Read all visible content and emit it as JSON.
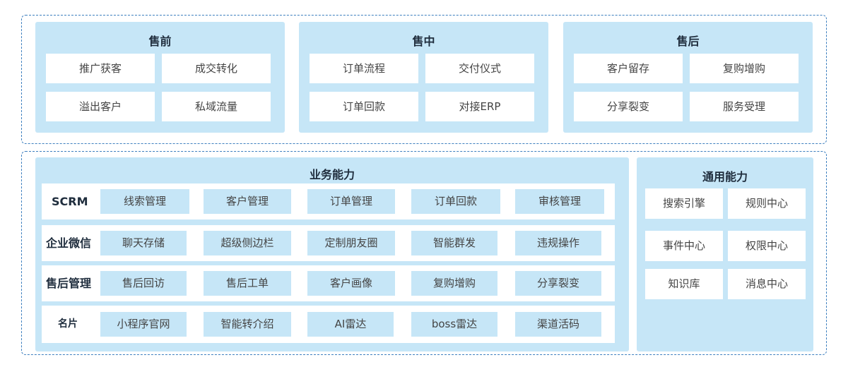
{
  "top_sections": [
    {
      "title": "售前",
      "items": [
        "推广获客",
        "成交转化",
        "溢出客户",
        "私域流量"
      ]
    },
    {
      "title": "售中",
      "items": [
        "订单流程",
        "交付仪式",
        "订单回款",
        "对接ERP"
      ]
    },
    {
      "title": "售后",
      "items": [
        "客户留存",
        "复购增购",
        "分享裂变",
        "服务受理"
      ]
    }
  ],
  "business": {
    "title": "业务能力",
    "rows": [
      {
        "label": "SCRM",
        "items": [
          "线索管理",
          "客户管理",
          "订单管理",
          "订单回款",
          "审核管理"
        ]
      },
      {
        "label": "企业微信",
        "items": [
          "聊天存储",
          "超级侧边栏",
          "定制朋友圈",
          "智能群发",
          "违规操作"
        ]
      },
      {
        "label": "售后管理",
        "items": [
          "售后回访",
          "售后工单",
          "客户画像",
          "复购增购",
          "分享裂变"
        ]
      },
      {
        "label": "名片",
        "items": [
          "小程序官网",
          "智能转介绍",
          "AI雷达",
          "boss雷达",
          "渠道活码"
        ]
      }
    ]
  },
  "general": {
    "title": "通用能力",
    "items": [
      "搜索引擎",
      "规则中心",
      "事件中心",
      "权限中心",
      "知识库",
      "消息中心"
    ]
  }
}
